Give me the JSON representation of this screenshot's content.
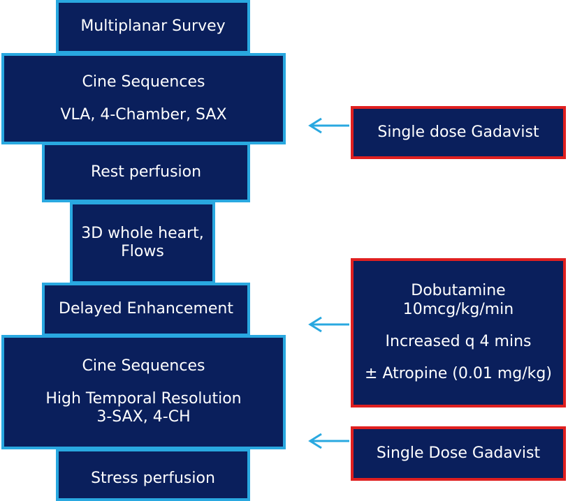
{
  "protocol": {
    "survey": "Multiplanar Survey",
    "cine1": {
      "line1": "Cine Sequences",
      "line2": "VLA, 4-Chamber, SAX"
    },
    "rest": "Rest perfusion",
    "whole_heart": {
      "line1": "3D whole heart,",
      "line2": "Flows"
    },
    "delayed": "Delayed Enhancement",
    "cine2": {
      "line1": "Cine Sequences",
      "line2": "High Temporal Resolution",
      "line3": "3-SAX, 4-CH"
    },
    "stress": "Stress perfusion"
  },
  "agents": {
    "gadavist1": "Single dose Gadavist",
    "dobutamine": {
      "line1": "Dobutamine",
      "line2": "10mcg/kg/min",
      "line3": "Increased q 4 mins",
      "line4": "± Atropine (0.01 mg/kg)"
    },
    "gadavist2": "Single Dose Gadavist"
  },
  "colors": {
    "box_fill": "#0a1f5c",
    "protocol_border": "#29a8e0",
    "agent_border": "#e02020",
    "arrow": "#29a8e0"
  }
}
